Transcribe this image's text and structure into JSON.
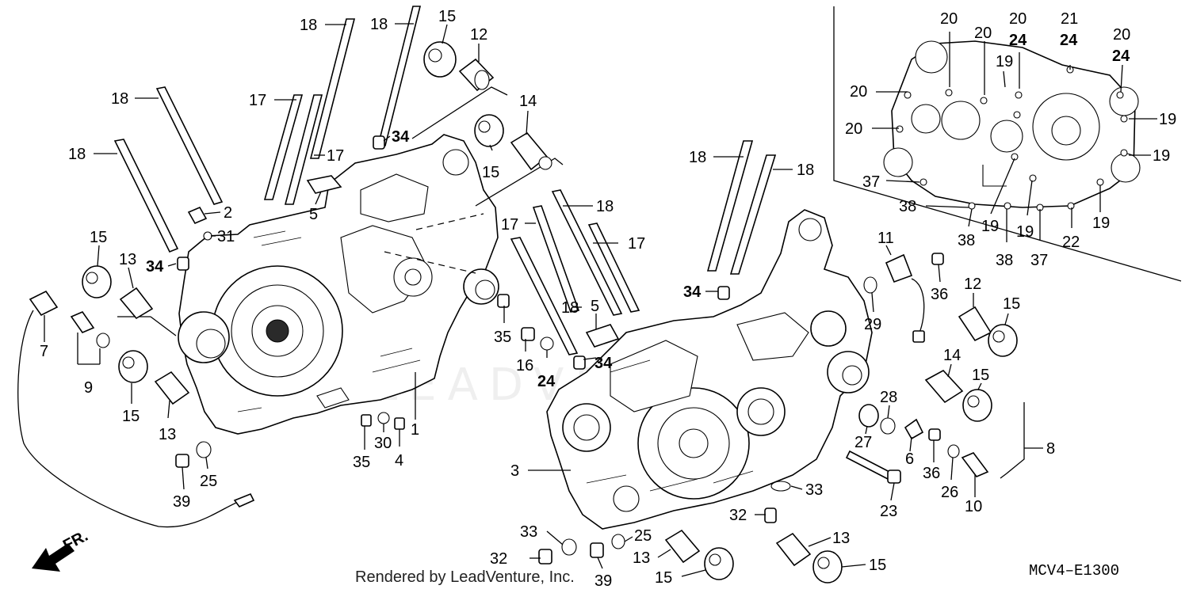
{
  "callouts": [
    {
      "id": "c-18-a",
      "text": "18"
    },
    {
      "id": "c-18-b",
      "text": "18"
    },
    {
      "id": "c-15-a",
      "text": "15"
    },
    {
      "id": "c-12-a",
      "text": "12"
    },
    {
      "id": "c-18-c",
      "text": "18"
    },
    {
      "id": "c-17-a",
      "text": "17"
    },
    {
      "id": "c-18-d",
      "text": "18"
    },
    {
      "id": "c-17-b",
      "text": "17"
    },
    {
      "id": "c-34-a",
      "text": "34"
    },
    {
      "id": "c-14-a",
      "text": "14"
    },
    {
      "id": "c-15-b",
      "text": "15"
    },
    {
      "id": "c-5-a",
      "text": "5"
    },
    {
      "id": "c-2",
      "text": "2"
    },
    {
      "id": "c-31",
      "text": "31"
    },
    {
      "id": "c-15-c",
      "text": "15"
    },
    {
      "id": "c-13-a",
      "text": "13"
    },
    {
      "id": "c-34-b",
      "text": "34"
    },
    {
      "id": "c-7",
      "text": "7"
    },
    {
      "id": "c-9",
      "text": "9"
    },
    {
      "id": "c-15-d",
      "text": "15"
    },
    {
      "id": "c-13-b",
      "text": "13"
    },
    {
      "id": "c-25-a",
      "text": "25"
    },
    {
      "id": "c-39-a",
      "text": "39"
    },
    {
      "id": "c-35-a",
      "text": "35"
    },
    {
      "id": "c-30",
      "text": "30"
    },
    {
      "id": "c-4",
      "text": "4"
    },
    {
      "id": "c-1",
      "text": "1"
    },
    {
      "id": "c-17-c",
      "text": "17"
    },
    {
      "id": "c-18-e",
      "text": "18"
    },
    {
      "id": "c-17-d",
      "text": "17"
    },
    {
      "id": "c-18-f",
      "text": "18"
    },
    {
      "id": "c-35-b",
      "text": "35"
    },
    {
      "id": "c-16",
      "text": "16"
    },
    {
      "id": "c-24-a",
      "text": "24"
    },
    {
      "id": "c-5-b",
      "text": "5"
    },
    {
      "id": "c-34-c",
      "text": "34"
    },
    {
      "id": "c-18-g",
      "text": "18"
    },
    {
      "id": "c-18-h",
      "text": "18"
    },
    {
      "id": "c-34-d",
      "text": "34"
    },
    {
      "id": "c-11",
      "text": "11"
    },
    {
      "id": "c-36-a",
      "text": "36"
    },
    {
      "id": "c-29",
      "text": "29"
    },
    {
      "id": "c-12-b",
      "text": "12"
    },
    {
      "id": "c-15-e",
      "text": "15"
    },
    {
      "id": "c-14-b",
      "text": "14"
    },
    {
      "id": "c-15-f",
      "text": "15"
    },
    {
      "id": "c-28",
      "text": "28"
    },
    {
      "id": "c-27",
      "text": "27"
    },
    {
      "id": "c-6",
      "text": "6"
    },
    {
      "id": "c-36-b",
      "text": "36"
    },
    {
      "id": "c-26",
      "text": "26"
    },
    {
      "id": "c-10",
      "text": "10"
    },
    {
      "id": "c-8",
      "text": "8"
    },
    {
      "id": "c-23",
      "text": "23"
    },
    {
      "id": "c-3",
      "text": "3"
    },
    {
      "id": "c-33-a",
      "text": "33"
    },
    {
      "id": "c-32-a",
      "text": "32"
    },
    {
      "id": "c-33-b",
      "text": "33"
    },
    {
      "id": "c-25-b",
      "text": "25"
    },
    {
      "id": "c-32-b",
      "text": "32"
    },
    {
      "id": "c-39-b",
      "text": "39"
    },
    {
      "id": "c-13-c",
      "text": "13"
    },
    {
      "id": "c-15-g",
      "text": "15"
    },
    {
      "id": "c-13-d",
      "text": "13"
    },
    {
      "id": "c-15-h",
      "text": "15"
    },
    {
      "id": "c-20-a",
      "text": "20"
    },
    {
      "id": "c-20-b",
      "text": "20"
    },
    {
      "id": "c-20-c",
      "text": "20"
    },
    {
      "id": "c-24-b",
      "text": "24"
    },
    {
      "id": "c-21",
      "text": "21"
    },
    {
      "id": "c-24-c",
      "text": "24"
    },
    {
      "id": "c-20-d",
      "text": "20"
    },
    {
      "id": "c-24-d",
      "text": "24"
    },
    {
      "id": "c-20-e",
      "text": "20"
    },
    {
      "id": "c-19-a",
      "text": "19"
    },
    {
      "id": "c-20-f",
      "text": "20"
    },
    {
      "id": "c-19-b",
      "text": "19"
    },
    {
      "id": "c-19-c",
      "text": "19"
    },
    {
      "id": "c-37-a",
      "text": "37"
    },
    {
      "id": "c-38-a",
      "text": "38"
    },
    {
      "id": "c-19-d",
      "text": "19"
    },
    {
      "id": "c-38-b",
      "text": "38"
    },
    {
      "id": "c-19-e",
      "text": "19"
    },
    {
      "id": "c-19-f",
      "text": "19"
    },
    {
      "id": "c-38-c",
      "text": "38"
    },
    {
      "id": "c-37-b",
      "text": "37"
    },
    {
      "id": "c-22",
      "text": "22"
    },
    {
      "id": "c-19-g",
      "text": "19"
    }
  ],
  "direction_label": "FR.",
  "footer_credit": "Rendered by LeadVenture, Inc.",
  "diagram_code": "MCV4–E1300",
  "watermark": "LEADVENTURE"
}
